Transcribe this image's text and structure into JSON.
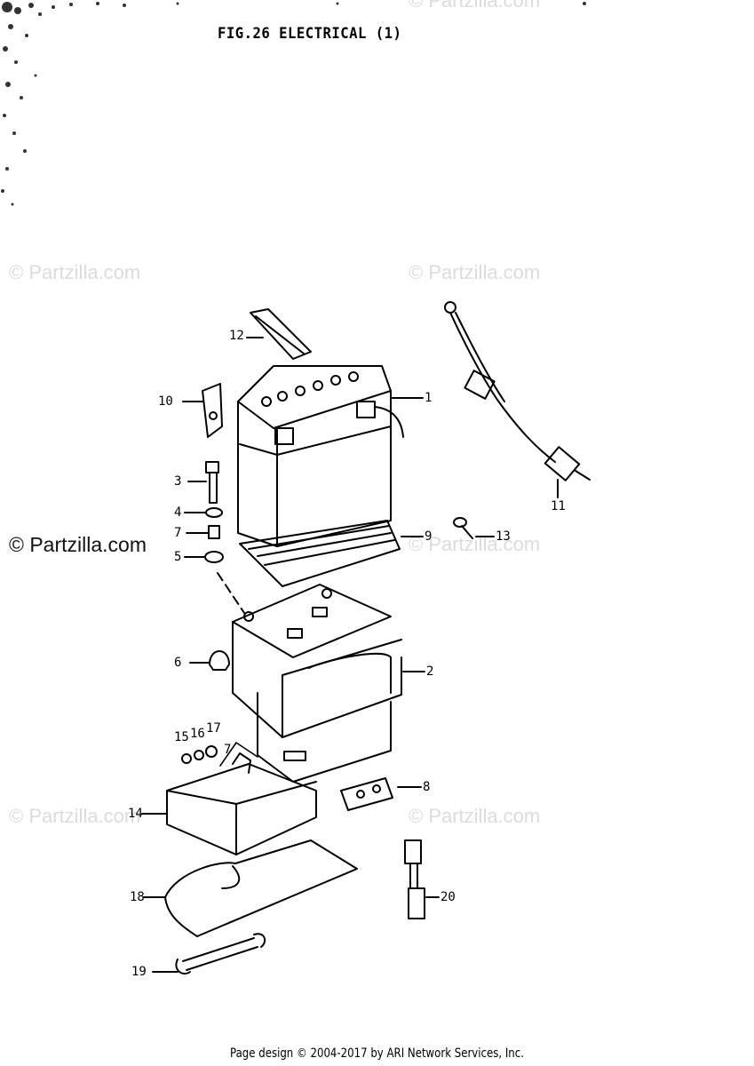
{
  "figure": {
    "title": "FIG.26 ELECTRICAL (1)"
  },
  "watermark": {
    "text": "© Partzilla.com"
  },
  "footer": {
    "text": "Page design © 2004-2017 by ARI Network Services, Inc."
  },
  "callouts": {
    "c1": "1",
    "c2": "2",
    "c3": "3",
    "c4": "4",
    "c5": "5",
    "c6": "6",
    "c7": "7",
    "c7b": "7",
    "c8": "8",
    "c9": "9",
    "c10": "10",
    "c11": "11",
    "c12": "12",
    "c13": "13",
    "c14": "14",
    "c15": "15",
    "c16": "16",
    "c17": "17",
    "c18": "18",
    "c19": "19",
    "c20": "20"
  }
}
